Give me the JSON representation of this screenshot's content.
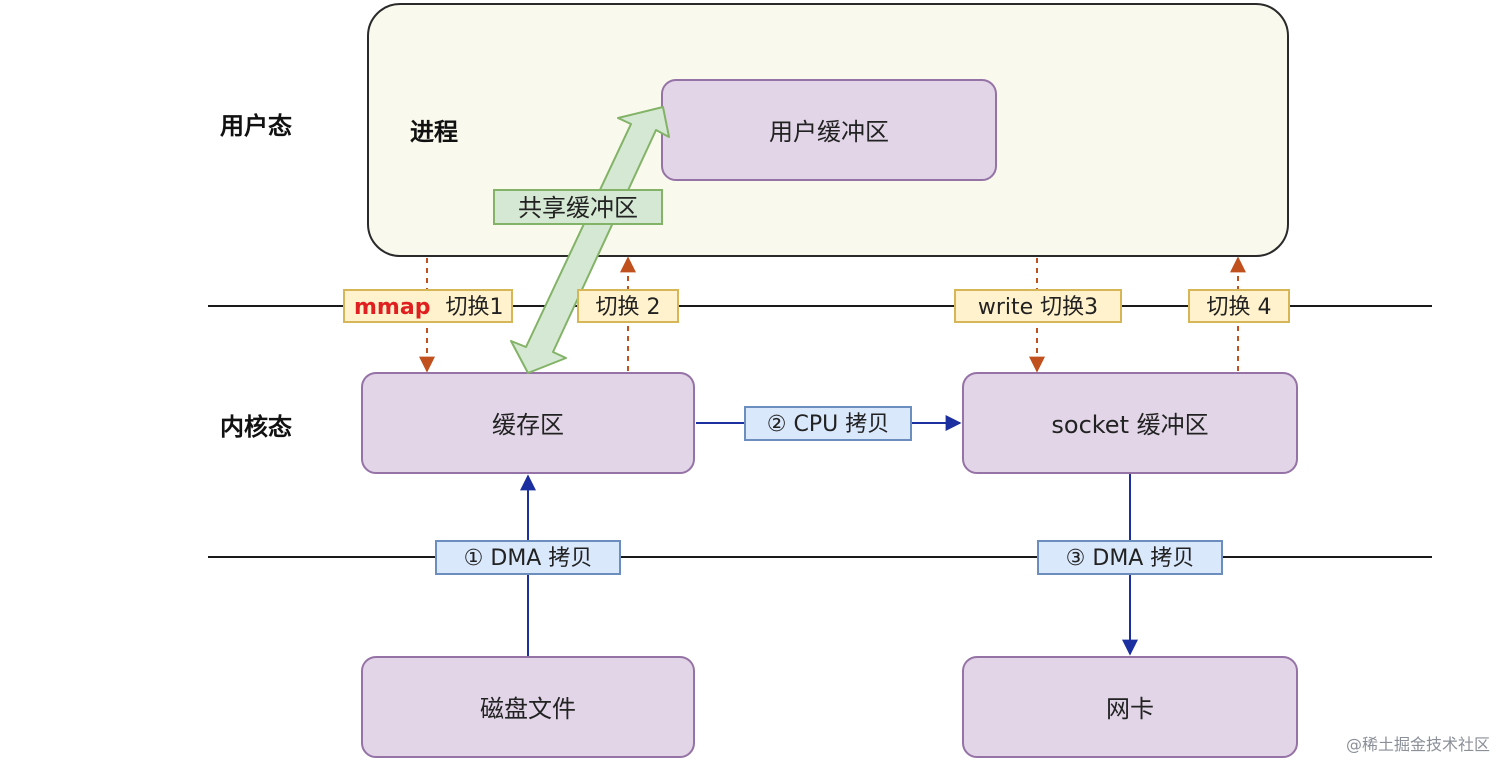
{
  "zones": {
    "user_mode": "用户态",
    "kernel_mode": "内核态"
  },
  "process": {
    "label": "进程",
    "user_buffer": "用户缓冲区"
  },
  "shared_buffer": "共享缓冲区",
  "kernel": {
    "cache": "缓存区",
    "socket_buffer": "socket 缓冲区"
  },
  "devices": {
    "disk_file": "磁盘文件",
    "nic": "网卡"
  },
  "switches": {
    "mmap_keyword": "mmap",
    "switch1": "切换1",
    "switch2": "切换 2",
    "write_switch3": "write 切换3",
    "switch4": "切换 4"
  },
  "copies": {
    "dma1": "① DMA 拷贝",
    "cpu2": "② CPU 拷贝",
    "dma3": "③ DMA 拷贝"
  },
  "watermark": "@稀土掘金技术社区",
  "colors": {
    "process_fill": "#f9f9ee",
    "node_fill": "#e1d5e7",
    "node_stroke": "#9673a6",
    "switch_fill": "#fff2cc",
    "switch_stroke": "#d6b656",
    "copy_fill": "#dae8fc",
    "copy_stroke": "#6c8ebf",
    "shared_fill": "#d5e8d4",
    "shared_stroke": "#82b366",
    "switch_arrow": "#c0501e",
    "copy_arrow": "#1c2fa0",
    "mmap_text": "#e02020"
  }
}
